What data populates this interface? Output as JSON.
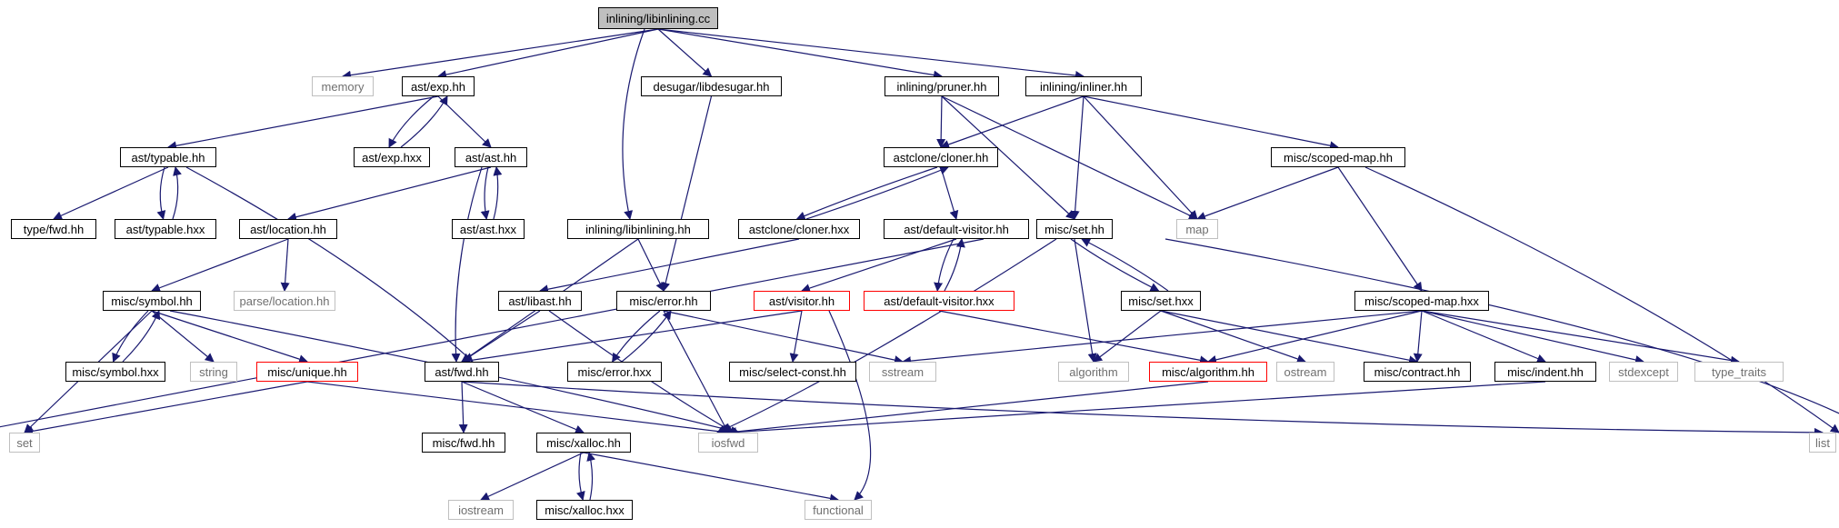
{
  "nodes": [
    {
      "id": "root",
      "label": "inlining/libinlining.cc",
      "kind": "root"
    },
    {
      "id": "memory",
      "label": "memory",
      "kind": "sys"
    },
    {
      "id": "ast_exp_hh",
      "label": "ast/exp.hh",
      "kind": "doc"
    },
    {
      "id": "desugar",
      "label": "desugar/libdesugar.hh",
      "kind": "doc"
    },
    {
      "id": "pruner",
      "label": "inlining/pruner.hh",
      "kind": "doc"
    },
    {
      "id": "inliner",
      "label": "inlining/inliner.hh",
      "kind": "doc"
    },
    {
      "id": "typable_hh",
      "label": "ast/typable.hh",
      "kind": "doc"
    },
    {
      "id": "exp_hxx",
      "label": "ast/exp.hxx",
      "kind": "doc"
    },
    {
      "id": "ast_hh",
      "label": "ast/ast.hh",
      "kind": "doc"
    },
    {
      "id": "cloner_hh",
      "label": "astclone/cloner.hh",
      "kind": "doc"
    },
    {
      "id": "scoped_map_hh",
      "label": "misc/scoped-map.hh",
      "kind": "doc"
    },
    {
      "id": "type_fwd",
      "label": "type/fwd.hh",
      "kind": "doc"
    },
    {
      "id": "typable_hxx",
      "label": "ast/typable.hxx",
      "kind": "doc"
    },
    {
      "id": "location_hh",
      "label": "ast/location.hh",
      "kind": "doc"
    },
    {
      "id": "ast_hxx",
      "label": "ast/ast.hxx",
      "kind": "doc"
    },
    {
      "id": "libinlining_hh",
      "label": "inlining/libinlining.hh",
      "kind": "doc"
    },
    {
      "id": "cloner_hxx",
      "label": "astclone/cloner.hxx",
      "kind": "doc"
    },
    {
      "id": "default_visitor_hh",
      "label": "ast/default-visitor.hh",
      "kind": "doc"
    },
    {
      "id": "set_hh",
      "label": "misc/set.hh",
      "kind": "doc"
    },
    {
      "id": "map",
      "label": "map",
      "kind": "sys"
    },
    {
      "id": "parse_location",
      "label": "parse/location.hh",
      "kind": "sys"
    },
    {
      "id": "symbol_hh",
      "label": "misc/symbol.hh",
      "kind": "doc"
    },
    {
      "id": "libast",
      "label": "ast/libast.hh",
      "kind": "doc"
    },
    {
      "id": "error_hh",
      "label": "misc/error.hh",
      "kind": "doc"
    },
    {
      "id": "visitor_hh",
      "label": "ast/visitor.hh",
      "kind": "trunc"
    },
    {
      "id": "default_visitor_hxx",
      "label": "ast/default-visitor.hxx",
      "kind": "trunc"
    },
    {
      "id": "set_hxx",
      "label": "misc/set.hxx",
      "kind": "doc"
    },
    {
      "id": "scoped_map_hxx",
      "label": "misc/scoped-map.hxx",
      "kind": "doc"
    },
    {
      "id": "symbol_hxx",
      "label": "misc/symbol.hxx",
      "kind": "doc"
    },
    {
      "id": "string",
      "label": "string",
      "kind": "sys"
    },
    {
      "id": "unique_hh",
      "label": "misc/unique.hh",
      "kind": "trunc"
    },
    {
      "id": "ast_fwd",
      "label": "ast/fwd.hh",
      "kind": "doc"
    },
    {
      "id": "error_hxx",
      "label": "misc/error.hxx",
      "kind": "doc"
    },
    {
      "id": "select_const",
      "label": "misc/select-const.hh",
      "kind": "doc"
    },
    {
      "id": "sstream",
      "label": "sstream",
      "kind": "sys"
    },
    {
      "id": "algorithm",
      "label": "algorithm",
      "kind": "sys"
    },
    {
      "id": "algorithm_hh",
      "label": "misc/algorithm.hh",
      "kind": "trunc"
    },
    {
      "id": "ostream",
      "label": "ostream",
      "kind": "sys"
    },
    {
      "id": "contract",
      "label": "misc/contract.hh",
      "kind": "doc"
    },
    {
      "id": "indent",
      "label": "misc/indent.hh",
      "kind": "doc"
    },
    {
      "id": "stdexcept",
      "label": "stdexcept",
      "kind": "sys"
    },
    {
      "id": "type_traits",
      "label": "type_traits",
      "kind": "sys"
    },
    {
      "id": "set",
      "label": "set",
      "kind": "sys"
    },
    {
      "id": "misc_fwd",
      "label": "misc/fwd.hh",
      "kind": "doc"
    },
    {
      "id": "xalloc_hh",
      "label": "misc/xalloc.hh",
      "kind": "doc"
    },
    {
      "id": "iosfwd",
      "label": "iosfwd",
      "kind": "sys"
    },
    {
      "id": "list",
      "label": "list",
      "kind": "sys"
    },
    {
      "id": "iostream",
      "label": "iostream",
      "kind": "sys"
    },
    {
      "id": "xalloc_hxx",
      "label": "misc/xalloc.hxx",
      "kind": "doc"
    },
    {
      "id": "functional",
      "label": "functional",
      "kind": "sys"
    }
  ],
  "colors": {
    "edge": "#191970",
    "doc_border": "#000000",
    "sys_border": "#bfbfbf",
    "sys_text": "#6f6f6f",
    "trunc_border": "#ff0000",
    "root_fill": "#bfbfbf"
  }
}
